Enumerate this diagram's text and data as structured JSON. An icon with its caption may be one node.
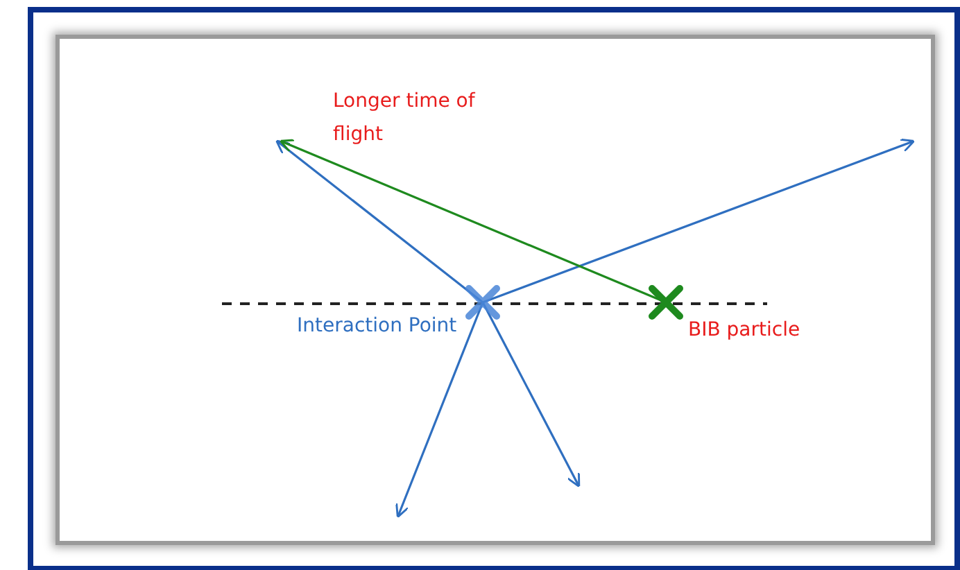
{
  "diagram": {
    "nodes": [
      {
        "text": [],
        "shape": "cross",
        "beside": [
          "Interaction Point"
        ]
      },
      {
        "text": [],
        "shape": "cross",
        "beside": [
          "BIB particle"
        ]
      }
    ],
    "edges": [
      {
        "from": 0,
        "to": null,
        "arrow": "to"
      },
      {
        "from": 0,
        "to": null,
        "arrow": "to"
      },
      {
        "from": 0,
        "to": null,
        "arrow": "to"
      },
      {
        "from": 0,
        "to": null,
        "arrow": "to"
      },
      {
        "from": 1,
        "to": null,
        "arrow": "to",
        "color": "#1e8a1e"
      }
    ],
    "labels": [
      "Longer time of flight"
    ]
  }
}
